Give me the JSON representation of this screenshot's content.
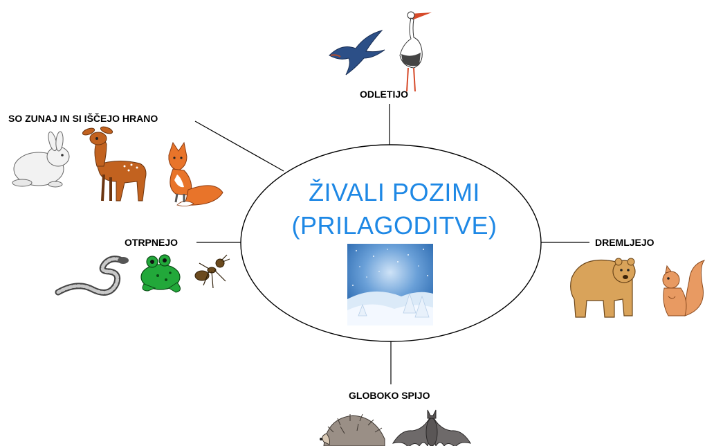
{
  "center": {
    "title_line1": "ŽIVALI POZIMI",
    "title_line2": "(PRILAGODITVE)",
    "picture": "winter-landscape-picture"
  },
  "branches": {
    "top": {
      "label": "ODLETIJO",
      "animals": [
        "swallow-picture",
        "stork-picture"
      ]
    },
    "top_left": {
      "label": "SO  ZUNAJ IN SI IŠČEJO HRANO",
      "animals": [
        "rabbit-picture",
        "deer-picture",
        "fox-picture"
      ]
    },
    "left": {
      "label": "OTRPNEJO",
      "animals": [
        "snake-picture",
        "frog-picture",
        "ant-picture"
      ]
    },
    "right": {
      "label": "DREMLJEJO",
      "animals": [
        "bear-picture",
        "squirrel-picture"
      ]
    },
    "bottom": {
      "label": "GLOBOKO SPIJO",
      "animals": [
        "hedgehog-picture",
        "bat-picture"
      ]
    }
  },
  "colors": {
    "title": "#1e88e5",
    "line": "#000000",
    "sky": "#1f5fa8",
    "snow": "#eaf4ff"
  }
}
